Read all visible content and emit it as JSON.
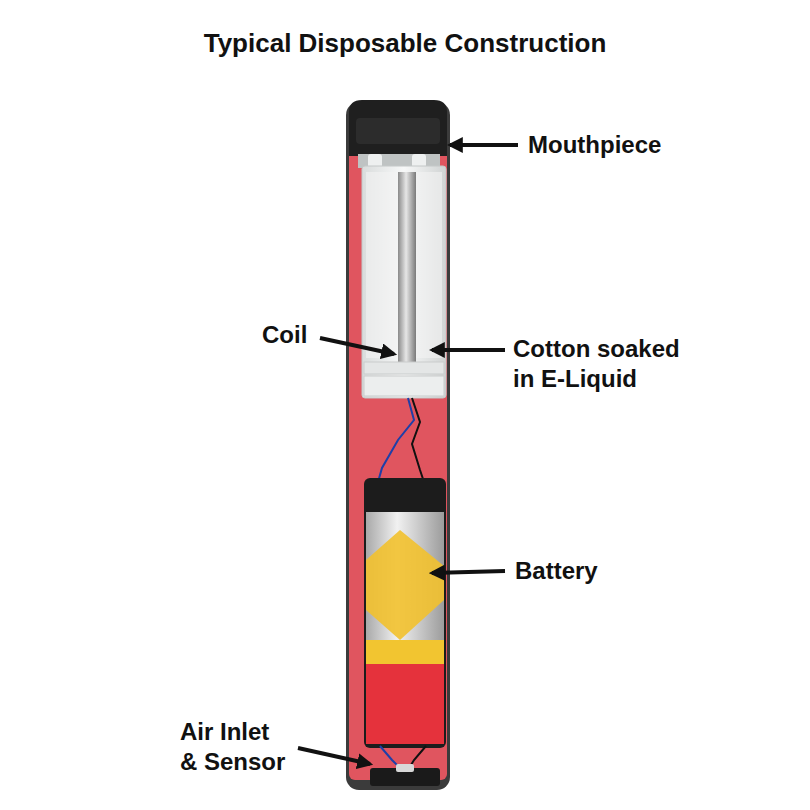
{
  "diagram": {
    "title": "Typical Disposable Construction",
    "labels": [
      "Mouthpiece",
      "Coil",
      "Cotton soaked in E-Liquid",
      "Battery",
      "Air Inlet & Sensor"
    ]
  }
}
